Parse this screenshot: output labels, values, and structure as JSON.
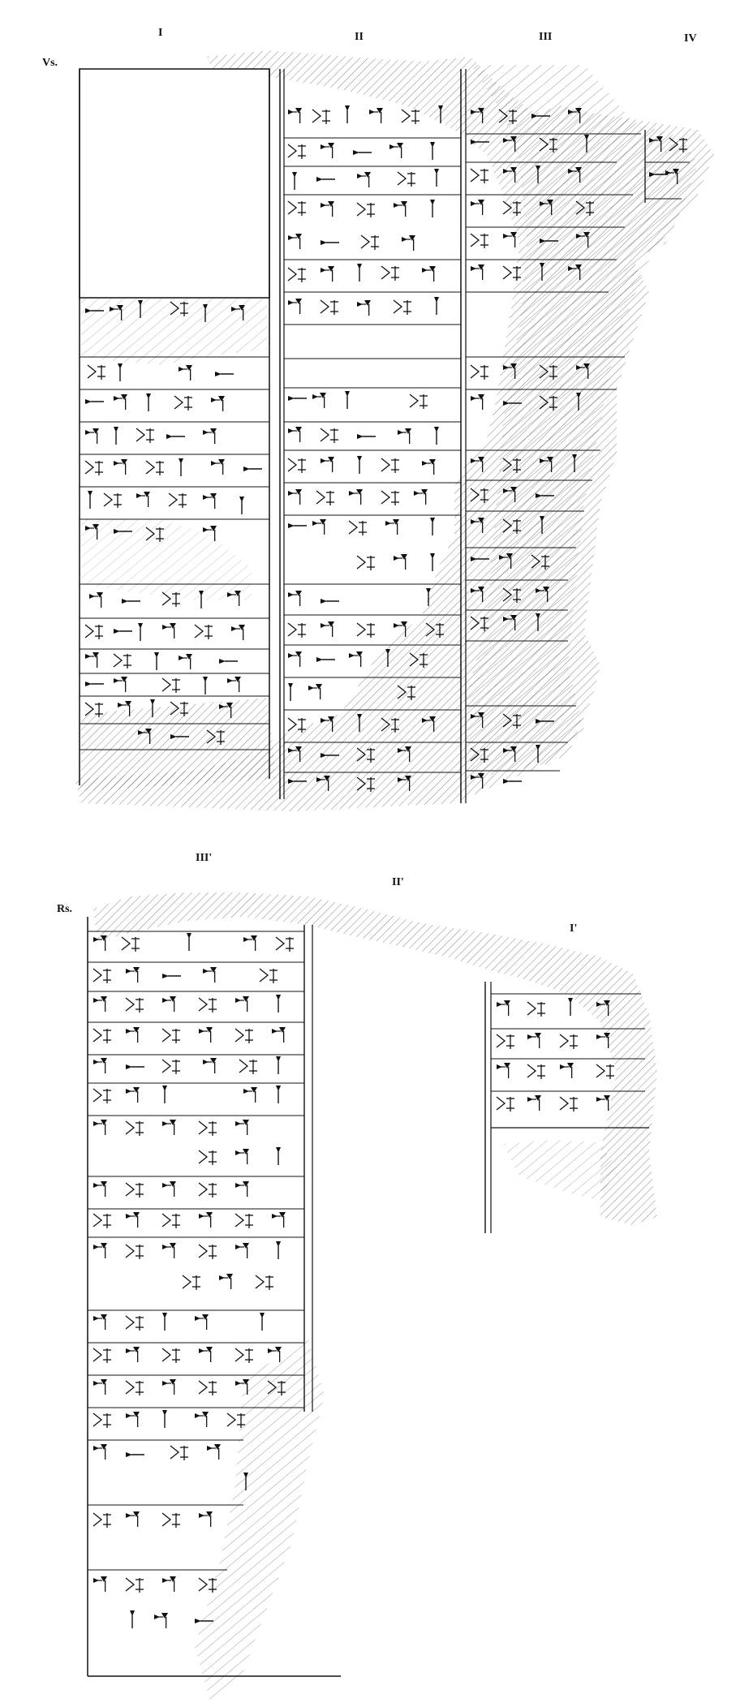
{
  "obverse": {
    "side_label": "Vs.",
    "columns": [
      "I",
      "II",
      "III",
      "IV"
    ]
  },
  "reverse": {
    "side_label": "Rs.",
    "columns": [
      "III'",
      "II'",
      "I'"
    ]
  },
  "colors": {
    "ink": "#111111",
    "paper": "#ffffff"
  }
}
